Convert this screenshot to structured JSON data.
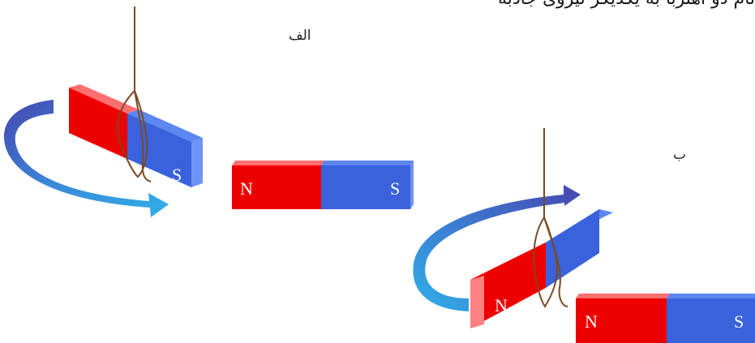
{
  "caption": "نام دو آهنربا به یکدیگر نیروی جاذبه",
  "labels": {
    "a": "الف",
    "b": "ب"
  },
  "poles": {
    "north": "N",
    "south": "S"
  },
  "colors": {
    "north": "#ee0000",
    "south": "#3a62dc",
    "arrow_light": "#2fb0e8",
    "arrow_dark": "#4646b0",
    "string": "#7a4a22"
  }
}
